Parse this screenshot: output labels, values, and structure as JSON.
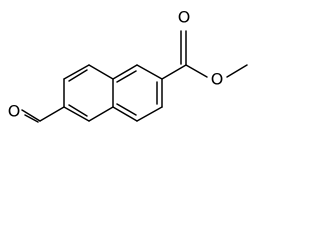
{
  "molecule": {
    "atoms": {
      "aldehyde_oxygen": "O",
      "carbonyl_oxygen": "O",
      "ester_oxygen": "O"
    },
    "colors": {
      "bond": "#000000",
      "label": "#000000",
      "background": "#ffffff"
    }
  }
}
